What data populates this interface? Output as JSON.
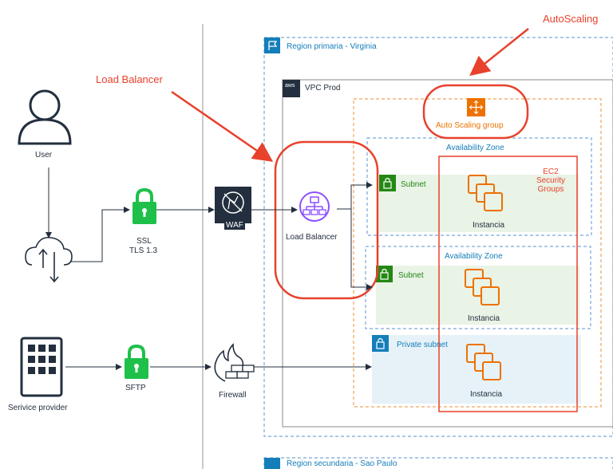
{
  "annotations": {
    "autoscaling": "AutoScaling",
    "load_balancer": "Load Balancer"
  },
  "left": {
    "user": "User",
    "ssl": "SSL",
    "tls": "TLS 1.3",
    "waf": "WAF",
    "sftp": "SFTP",
    "firewall": "Firewall",
    "service_provider": "Serivice provider"
  },
  "region": {
    "primary": "Region primaria - Virginia",
    "secondary": "Region secundaria - Sao Paulo"
  },
  "vpc": {
    "label": "VPC Prod",
    "aws": "aws"
  },
  "asg": "Auto Scaling group",
  "lb": "Load Balancer",
  "az": [
    "Availability Zone",
    "Availability Zone"
  ],
  "subnets": [
    "Subnet",
    "Subnet"
  ],
  "private_subnet": "Private subnet",
  "instances": [
    "Instancia",
    "Instancia",
    "Instancia"
  ],
  "ec2": {
    "line1": "EC2",
    "line2": "Security",
    "line3": "Groups"
  },
  "colors": {
    "annotation": "#e8412c",
    "region_border": "#147eba",
    "asg_border": "#ed7100",
    "subnet_fill": "#e9f3e6",
    "private_fill": "#e6f2f8",
    "lock_green": "#1ec04a",
    "lb_purple": "#8c4fff",
    "ec2_orange": "#ed7100"
  }
}
